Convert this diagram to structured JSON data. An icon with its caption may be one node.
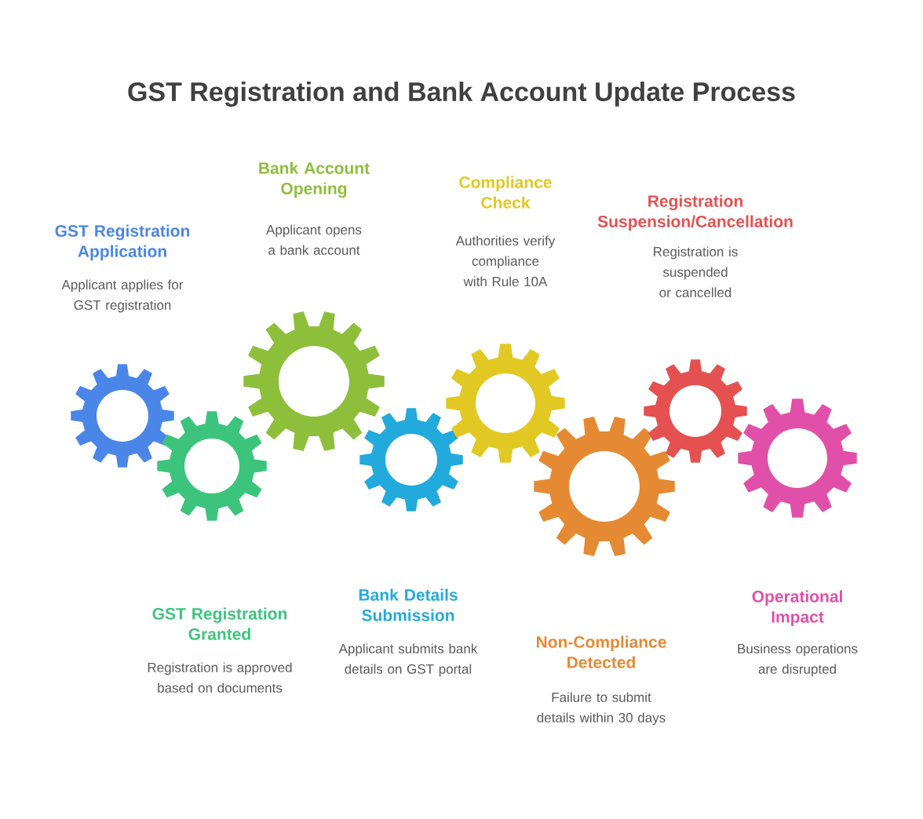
{
  "diagram": {
    "title": "GST Registration and Bank Account Update Process",
    "nodes": [
      {
        "text": [
          "GST Registration Application",
          "Applicant applies for GST registration"
        ]
      },
      {
        "text": [
          "GST Registration Granted",
          "Registration is approved based on documents"
        ]
      },
      {
        "text": [
          "Bank Account Opening",
          "Applicant opens a bank account"
        ]
      },
      {
        "text": [
          "Bank Details Submission",
          "Applicant submits bank details on GST portal"
        ]
      },
      {
        "text": [
          "Compliance Check",
          "Authorities verify compliance with Rule 10A"
        ]
      },
      {
        "text": [
          "Non-Compliance Detected",
          "Failure to submit details within 30 days"
        ]
      },
      {
        "text": [
          "Registration Suspension/Cancellation",
          "Registration is suspended or cancelled"
        ]
      },
      {
        "text": [
          "Operational Impact",
          "Business operations are disrupted"
        ]
      }
    ]
  }
}
